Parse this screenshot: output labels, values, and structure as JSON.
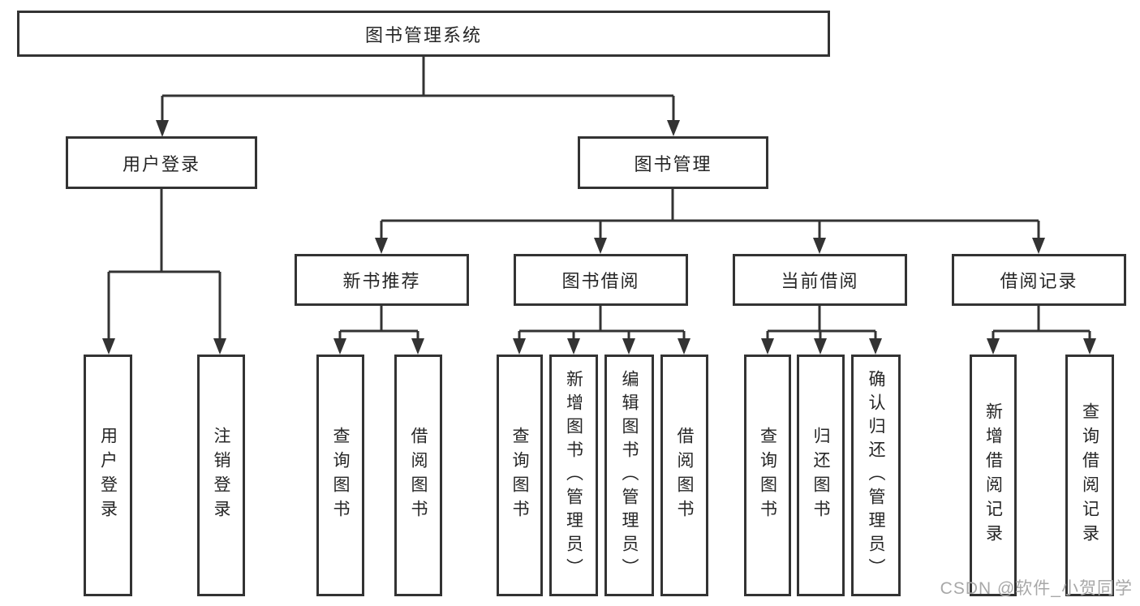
{
  "colors": {
    "line": "#333333",
    "border": "#333333",
    "fill": "#ffffff",
    "text": "#262626",
    "watermark": "#a8a8a8",
    "background": "#ffffff"
  },
  "tree": {
    "root": {
      "label": "图书管理系统"
    },
    "level2": [
      {
        "label": "用户登录"
      },
      {
        "label": "图书管理"
      }
    ],
    "level3": [
      {
        "label": "新书推荐"
      },
      {
        "label": "图书借阅"
      },
      {
        "label": "当前借阅"
      },
      {
        "label": "借阅记录"
      }
    ],
    "leaves": {
      "user_login": [
        {
          "label": "用户登录"
        },
        {
          "label": "注销登录"
        }
      ],
      "new_book_rec": [
        {
          "label": "查询图书"
        },
        {
          "label": "借阅图书"
        }
      ],
      "book_borrow": [
        {
          "label": "查询图书"
        },
        {
          "label": "新增图书（管理员）"
        },
        {
          "label": "编辑图书（管理员）"
        },
        {
          "label": "借阅图书"
        }
      ],
      "current_borrow": [
        {
          "label": "查询图书"
        },
        {
          "label": "归还图书"
        },
        {
          "label": "确认归还（管理员）"
        }
      ],
      "borrow_records": [
        {
          "label": "新增借阅记录"
        },
        {
          "label": "查询借阅记录"
        }
      ]
    }
  },
  "watermark": {
    "label": "CSDN @软件_小贺同学"
  }
}
